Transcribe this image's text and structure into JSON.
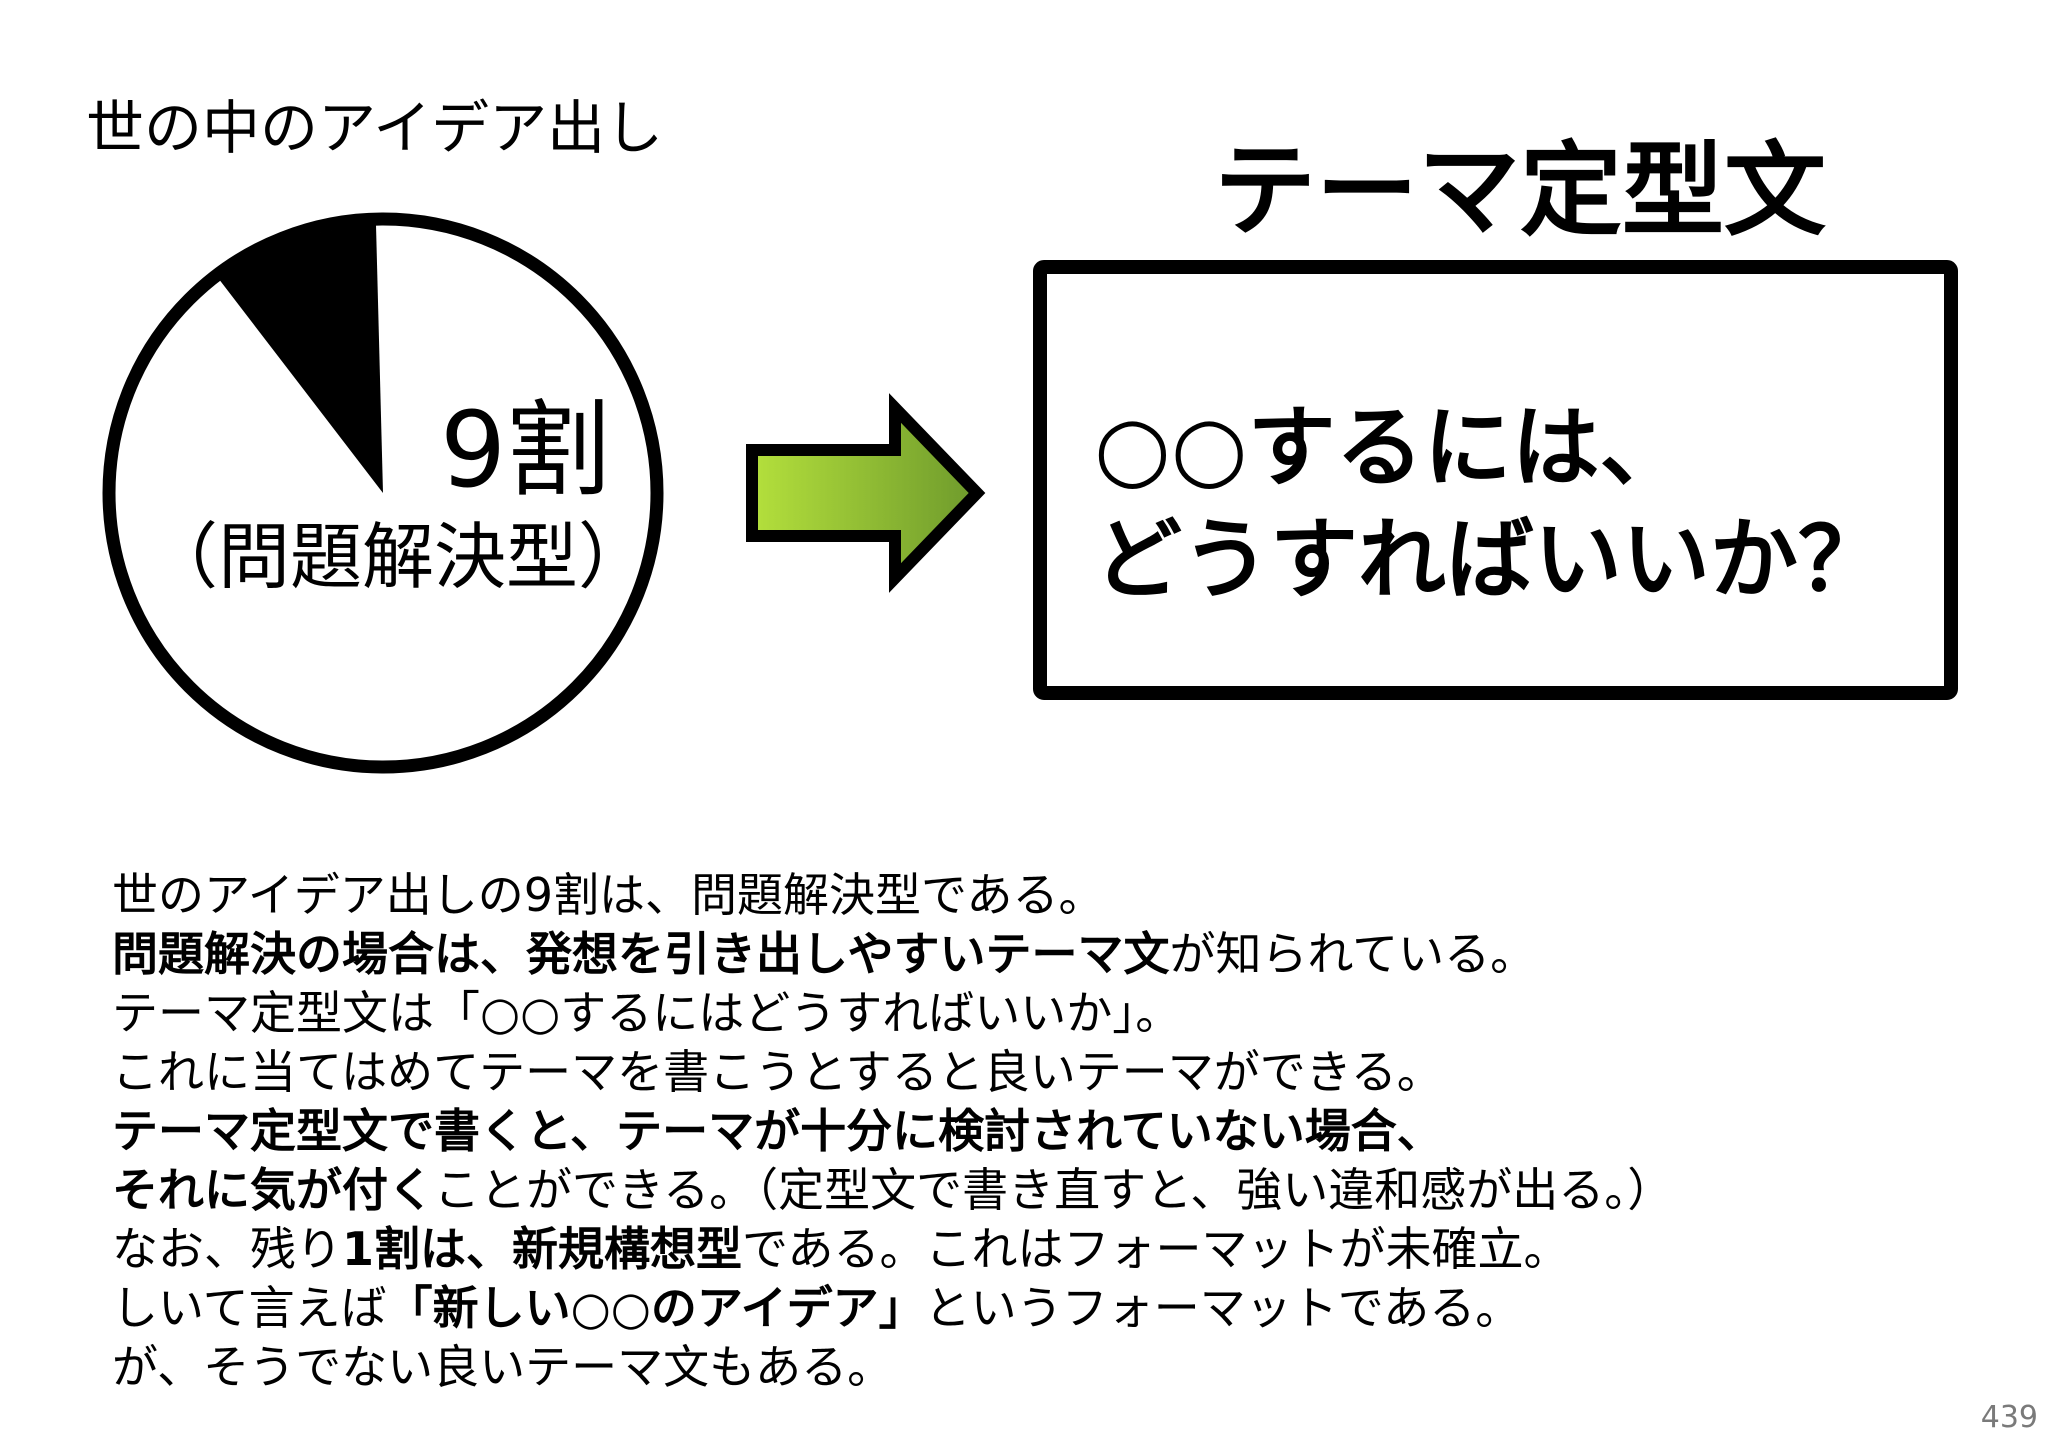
{
  "heading": "世の中のアイデア出し",
  "pie": {
    "main_label": "9割",
    "sub_label": "（問題解決型）",
    "fill_color": "#ffffff",
    "slice_color": "#000000",
    "slice_share": 0.1
  },
  "arrow": {
    "gradient_start": "#b4e03c",
    "gradient_end": "#6e9a2c",
    "outline": "#000000"
  },
  "template_box": {
    "title": "テーマ定型文",
    "line1": "○○するには、",
    "line2": "どうすればいいか？"
  },
  "explanation": {
    "line1": "世のアイデア出しの9割は、問題解決型である。",
    "line2_bold": "問題解決の場合は、発想を引き出しやすいテーマ文",
    "line2_rest": "が知られている。",
    "line3": "テーマ定型文は「○○するにはどうすればいいか」。",
    "line4": "これに当てはめてテーマを書こうとすると良いテーマができる。",
    "line5_bold": "テーマ定型文で書くと、テーマが十分に検討されていない場合、",
    "line6_bold": "それに気が付く",
    "line6_rest": "ことができる。（定型文で書き直すと、強い違和感が出る。）",
    "line7_a": "なお、残り",
    "line7_bold": "1割は、新規構想型",
    "line7_rest": "である。これはフォーマットが未確立。",
    "line8_a": "しいて言えば",
    "line8_bold": "「新しい○○のアイデア」",
    "line8_rest": "というフォーマットである。",
    "line9": "が、そうでない良いテーマ文もある。"
  },
  "page_number": "439"
}
